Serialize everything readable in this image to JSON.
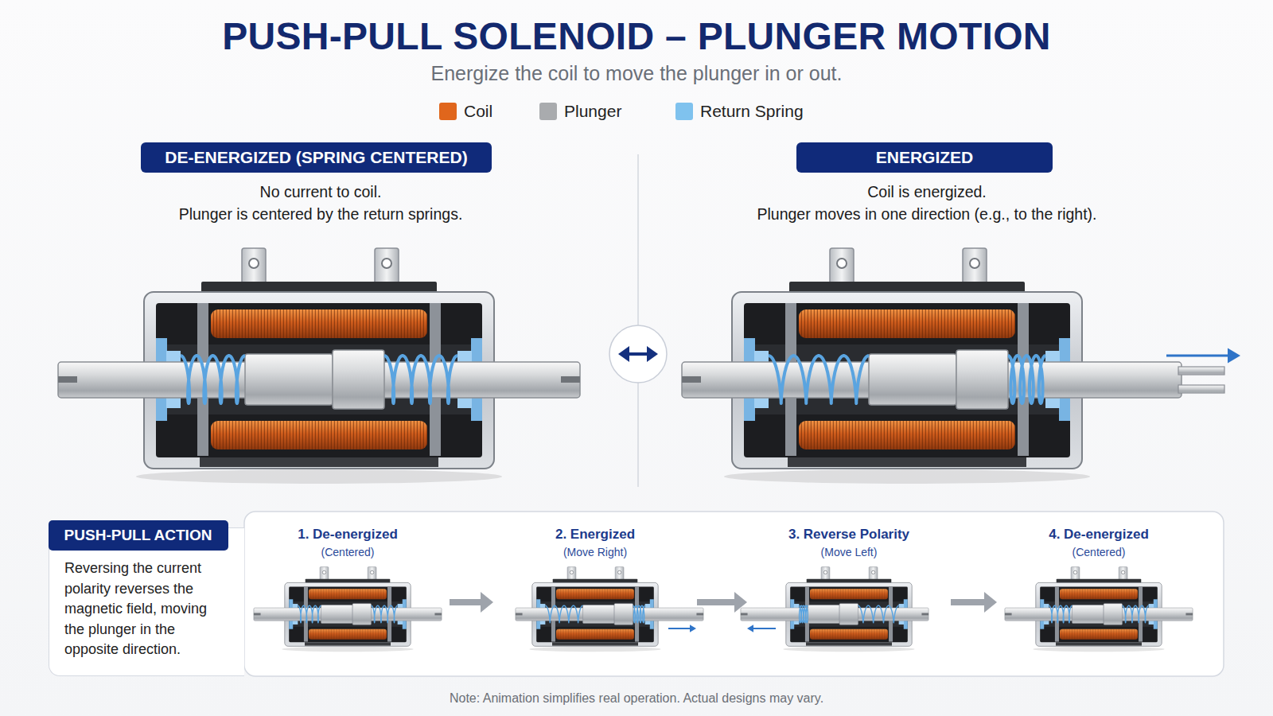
{
  "diagram": {
    "title": "PUSH-PULL SOLENOID – PLUNGER MOTION",
    "caption": "Note: Animation simplifies real operation. Actual designs may vary.",
    "nodes": [
      {
        "text": [
          "DE-ENERGIZED (SPRING CENTERED)"
        ]
      },
      {
        "text": [
          "ENERGIZED"
        ]
      },
      {
        "text": [
          "PUSH-PULL ACTION",
          "Reversing the current polarity reverses the magnetic field, moving the plunger in the opposite direction."
        ]
      },
      {
        "text": [
          "1. De-energized",
          "(Centered)"
        ]
      },
      {
        "text": [
          "2. Energized",
          "(Move Right)"
        ]
      },
      {
        "text": [
          "3. Reverse Polarity",
          "(Move Left)"
        ]
      },
      {
        "text": [
          "4. De-energized",
          "(Centered)"
        ]
      }
    ],
    "edges": [
      {
        "from": 3,
        "to": 4,
        "arrow": "to"
      },
      {
        "from": 4,
        "to": 5,
        "arrow": "to"
      },
      {
        "from": 5,
        "to": 6,
        "arrow": "to"
      }
    ],
    "labels": [
      "Energize the coil to move the plunger in or out.",
      "No current to coil.",
      "Plunger is centered by the return springs.",
      "Coil is energized.",
      "Plunger moves in one direction (e.g., to the right)."
    ],
    "legend": [
      {
        "text": "Coil",
        "color": "#e0661c"
      },
      {
        "text": "Plunger",
        "color": "#a9abae"
      },
      {
        "text": "Return Spring",
        "color": "#7fc2ee"
      }
    ]
  }
}
